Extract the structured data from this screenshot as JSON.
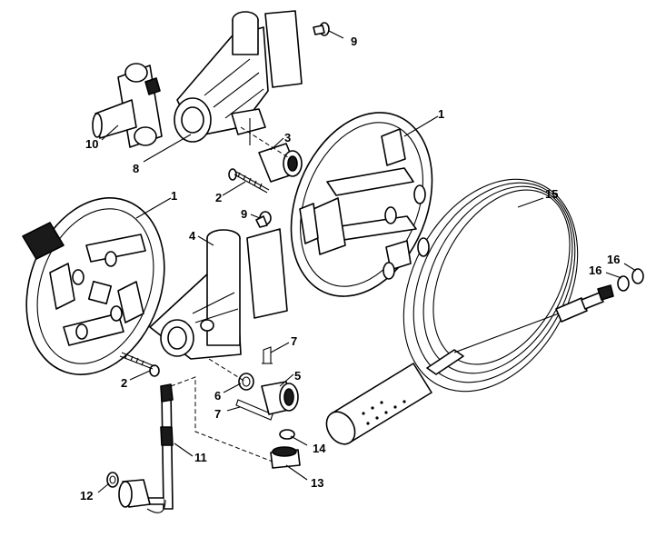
{
  "labels": [
    {
      "id": "1a",
      "text": "1"
    },
    {
      "id": "1b",
      "text": "1"
    },
    {
      "id": "2a",
      "text": "2"
    },
    {
      "id": "2b",
      "text": "2"
    },
    {
      "id": "3",
      "text": "3"
    },
    {
      "id": "4",
      "text": "4"
    },
    {
      "id": "5",
      "text": "5"
    },
    {
      "id": "6",
      "text": "6"
    },
    {
      "id": "7a",
      "text": "7"
    },
    {
      "id": "7b",
      "text": "7"
    },
    {
      "id": "8",
      "text": "8"
    },
    {
      "id": "9a",
      "text": "9"
    },
    {
      "id": "9b",
      "text": "9"
    },
    {
      "id": "10",
      "text": "10"
    },
    {
      "id": "11",
      "text": "11"
    },
    {
      "id": "12",
      "text": "12"
    },
    {
      "id": "13",
      "text": "13"
    },
    {
      "id": "14",
      "text": "14"
    },
    {
      "id": "15",
      "text": "15"
    },
    {
      "id": "16a",
      "text": "16"
    },
    {
      "id": "16b",
      "text": "16"
    }
  ]
}
